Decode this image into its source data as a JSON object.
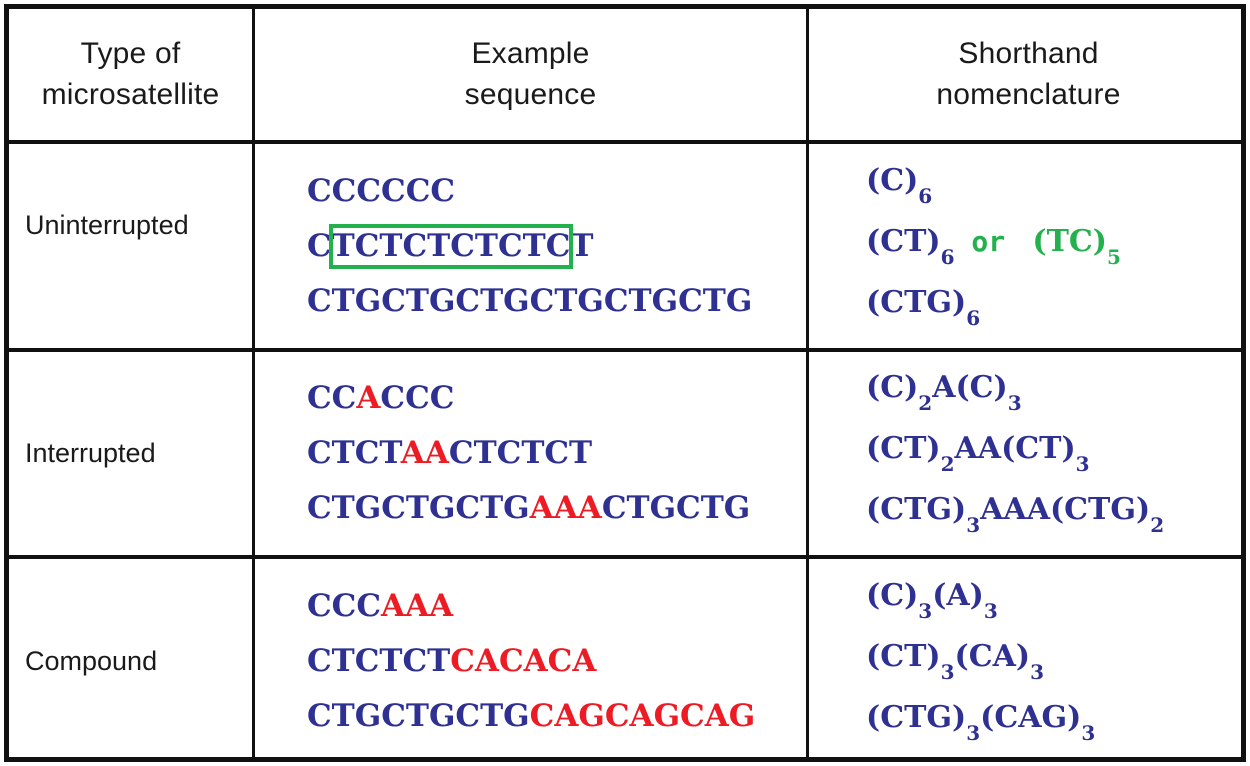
{
  "figure": {
    "kind": "microsatellite-nomenclature-table",
    "colors": {
      "sequence_blue": "#2e3192",
      "interruption_red": "#ed1c24",
      "highlight_green": "#22b14c",
      "rule_black": "#111111",
      "background": "#ffffff"
    }
  },
  "header": {
    "col1_line1": "Type of",
    "col1_line2": "microsatellite",
    "col2_line1": "Example",
    "col2_line2": "sequence",
    "col3_line1": "Shorthand",
    "col3_line2": "nomenclature"
  },
  "rows": [
    {
      "type": "Uninterrupted",
      "sequences": [
        {
          "segments": [
            {
              "text": "CCCCCC",
              "color": "blue"
            }
          ]
        },
        {
          "segments": [
            {
              "text": "CTCTCTCTCTCT",
              "color": "blue"
            }
          ],
          "highlight": {
            "from_char": 1,
            "to_char": 11,
            "label": "repeat-motif-box"
          }
        },
        {
          "segments": [
            {
              "text": "CTGCTGCTGCTGCTGCTG",
              "color": "blue"
            }
          ]
        }
      ],
      "shorthand": [
        {
          "parts": [
            {
              "text": "(C)",
              "color": "blue"
            },
            {
              "text": "6",
              "color": "blue",
              "sub": true
            }
          ]
        },
        {
          "parts": [
            {
              "text": "(CT)",
              "color": "blue"
            },
            {
              "text": "6",
              "color": "blue",
              "sub": true
            },
            {
              "text": " or ",
              "color": "green",
              "mono": true
            },
            {
              "text": " (TC)",
              "color": "green"
            },
            {
              "text": "5",
              "color": "green",
              "sub": true
            }
          ]
        },
        {
          "parts": [
            {
              "text": "(CTG)",
              "color": "blue"
            },
            {
              "text": "6",
              "color": "blue",
              "sub": true
            }
          ]
        }
      ]
    },
    {
      "type": "Interrupted",
      "sequences": [
        {
          "segments": [
            {
              "text": "CC",
              "color": "blue"
            },
            {
              "text": "A",
              "color": "red"
            },
            {
              "text": "CCC",
              "color": "blue"
            }
          ]
        },
        {
          "segments": [
            {
              "text": "CTCT",
              "color": "blue"
            },
            {
              "text": "AA",
              "color": "red"
            },
            {
              "text": "CTCTCT",
              "color": "blue"
            }
          ]
        },
        {
          "segments": [
            {
              "text": "CTGCTGCTG",
              "color": "blue"
            },
            {
              "text": "AAA",
              "color": "red"
            },
            {
              "text": "CTGCTG",
              "color": "blue"
            }
          ]
        }
      ],
      "shorthand": [
        {
          "parts": [
            {
              "text": "(C)",
              "color": "blue"
            },
            {
              "text": "2",
              "color": "blue",
              "sub": true
            },
            {
              "text": "A(C)",
              "color": "blue"
            },
            {
              "text": "3",
              "color": "blue",
              "sub": true
            }
          ]
        },
        {
          "parts": [
            {
              "text": "(CT)",
              "color": "blue"
            },
            {
              "text": "2",
              "color": "blue",
              "sub": true
            },
            {
              "text": "AA(CT)",
              "color": "blue"
            },
            {
              "text": "3",
              "color": "blue",
              "sub": true
            }
          ]
        },
        {
          "parts": [
            {
              "text": "(CTG)",
              "color": "blue"
            },
            {
              "text": "3",
              "color": "blue",
              "sub": true
            },
            {
              "text": "AAA(CTG)",
              "color": "blue"
            },
            {
              "text": "2",
              "color": "blue",
              "sub": true
            }
          ]
        }
      ]
    },
    {
      "type": "Compound",
      "sequences": [
        {
          "segments": [
            {
              "text": "CCC",
              "color": "blue"
            },
            {
              "text": "AAA",
              "color": "red"
            }
          ]
        },
        {
          "segments": [
            {
              "text": "CTCTCT",
              "color": "blue"
            },
            {
              "text": "CACACA",
              "color": "red"
            }
          ]
        },
        {
          "segments": [
            {
              "text": "CTGCTGCTG",
              "color": "blue"
            },
            {
              "text": "CAGCAGCAG",
              "color": "red"
            }
          ]
        }
      ],
      "shorthand": [
        {
          "parts": [
            {
              "text": "(C)",
              "color": "blue"
            },
            {
              "text": "3",
              "color": "blue",
              "sub": true
            },
            {
              "text": "(A)",
              "color": "blue"
            },
            {
              "text": "3",
              "color": "blue",
              "sub": true
            }
          ]
        },
        {
          "parts": [
            {
              "text": "(CT)",
              "color": "blue"
            },
            {
              "text": "3",
              "color": "blue",
              "sub": true
            },
            {
              "text": "(CA)",
              "color": "blue"
            },
            {
              "text": "3",
              "color": "blue",
              "sub": true
            }
          ]
        },
        {
          "parts": [
            {
              "text": "(CTG)",
              "color": "blue"
            },
            {
              "text": "3",
              "color": "blue",
              "sub": true
            },
            {
              "text": "(CAG)",
              "color": "blue"
            },
            {
              "text": "3",
              "color": "blue",
              "sub": true
            }
          ]
        }
      ]
    }
  ]
}
